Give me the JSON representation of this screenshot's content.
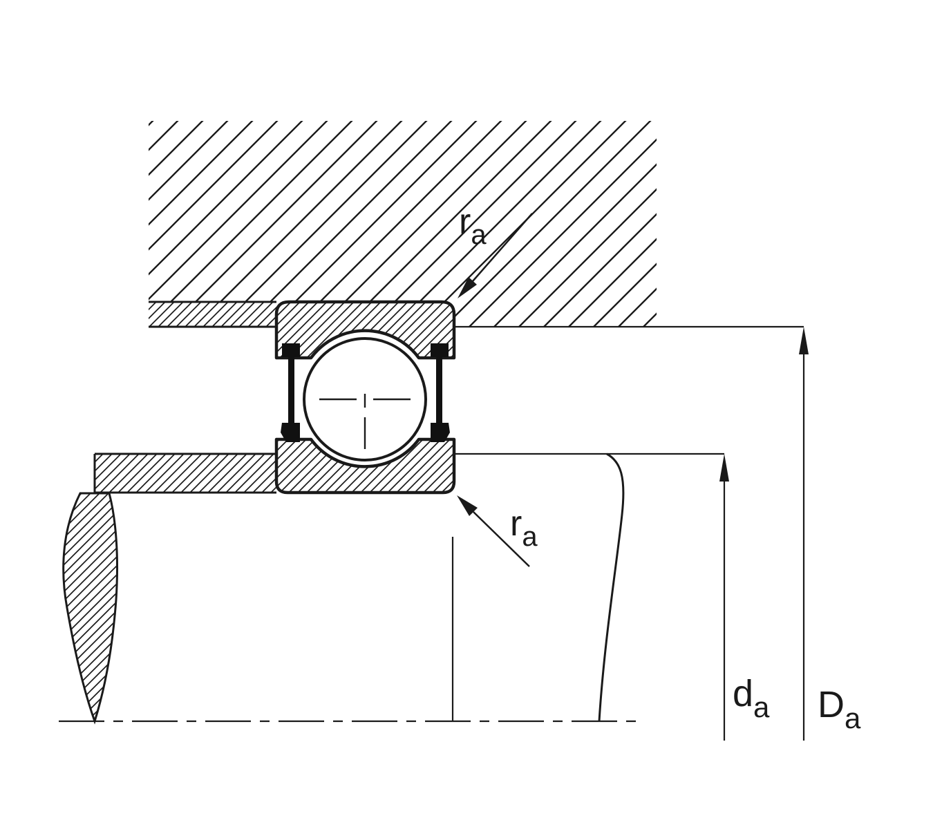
{
  "diagram": {
    "background": "#ffffff",
    "line_color": "#1a1a1a",
    "labels": {
      "ra_top": {
        "base": "r",
        "sub": "a"
      },
      "ra_bottom": {
        "base": "r",
        "sub": "a"
      },
      "da": {
        "base": "d",
        "sub": "a"
      },
      "Da": {
        "base": "D",
        "sub": "a"
      }
    }
  }
}
